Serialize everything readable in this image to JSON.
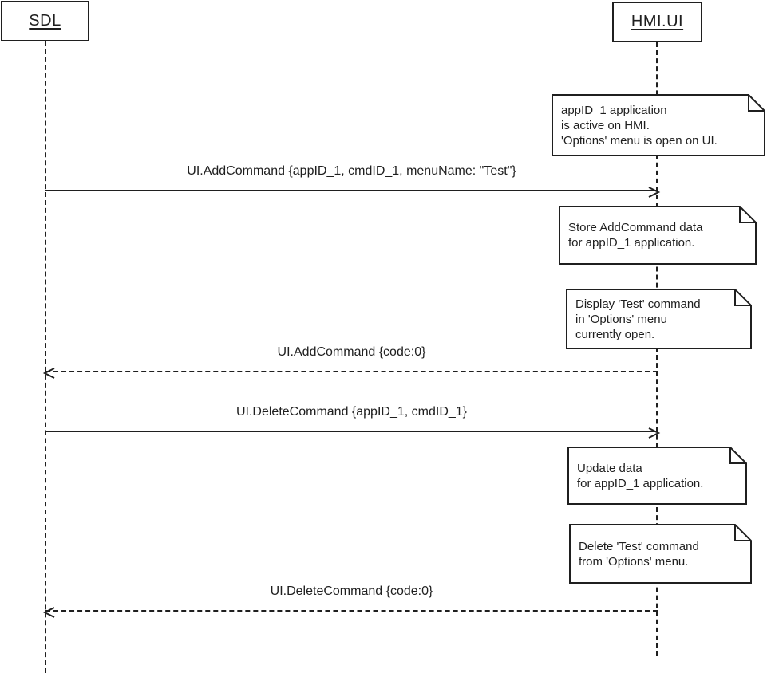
{
  "colors": {
    "ink": "#1f1f1f",
    "paper": "#ffffff"
  },
  "diagram": {
    "type": "uml-sequence-diagram"
  },
  "actors": [
    {
      "label": "SDL"
    },
    {
      "label": "HMI.UI"
    }
  ],
  "messages": [
    {
      "label": "UI.AddCommand {appID_1, cmdID_1, menuName: \"Test\"}",
      "from": "SDL",
      "to": "HMI.UI",
      "line": "solid",
      "direction": "right"
    },
    {
      "label": "UI.AddCommand {code:0}",
      "from": "HMI.UI",
      "to": "SDL",
      "line": "dashed",
      "direction": "left"
    },
    {
      "label": "UI.DeleteCommand {appID_1, cmdID_1}",
      "from": "SDL",
      "to": "HMI.UI",
      "line": "solid",
      "direction": "right"
    },
    {
      "label": "UI.DeleteCommand {code:0}",
      "from": "HMI.UI",
      "to": "SDL",
      "line": "dashed",
      "direction": "left"
    }
  ],
  "notes": [
    {
      "text": "appID_1 application\nis active on HMI.\n'Options' menu is open on UI."
    },
    {
      "text": "Store AddCommand data\nfor appID_1 application."
    },
    {
      "text": "Display 'Test' command\nin 'Options' menu\ncurrently open."
    },
    {
      "text": "Update data\nfor appID_1 application."
    },
    {
      "text": "Delete 'Test' command\nfrom 'Options' menu."
    }
  ]
}
